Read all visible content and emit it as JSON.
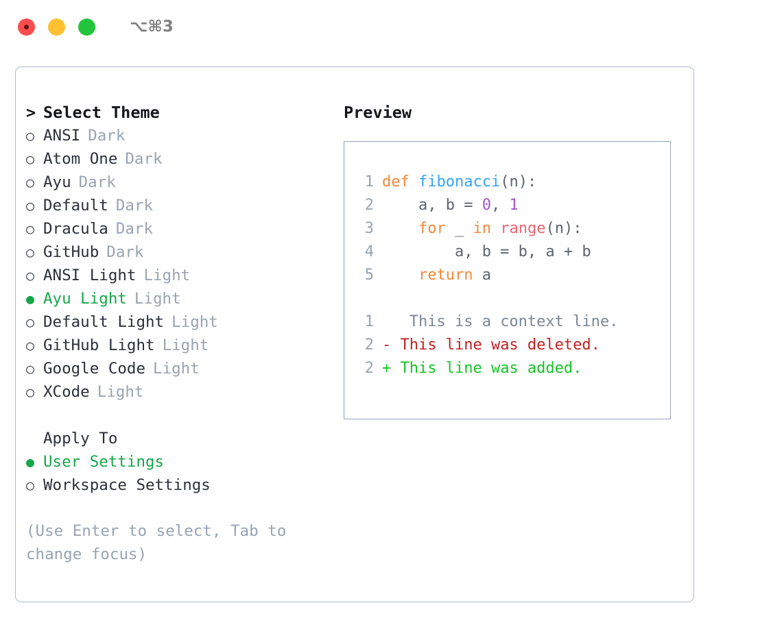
{
  "titlebar": {
    "shortcut": "⌥⌘3",
    "lights": [
      {
        "name": "close",
        "color": "#fb4d4d"
      },
      {
        "name": "minimize",
        "color": "#ffc130"
      },
      {
        "name": "maximize",
        "color": "#21c43a"
      }
    ]
  },
  "theme_picker": {
    "caret": ">",
    "heading": "Select Theme",
    "bullet_empty": "○",
    "bullet_filled": "●",
    "items": [
      {
        "name": "ANSI",
        "kind": "Dark",
        "selected": false
      },
      {
        "name": "Atom One",
        "kind": "Dark",
        "selected": false
      },
      {
        "name": "Ayu",
        "kind": "Dark",
        "selected": false
      },
      {
        "name": "Default",
        "kind": "Dark",
        "selected": false
      },
      {
        "name": "Dracula",
        "kind": "Dark",
        "selected": false
      },
      {
        "name": "GitHub",
        "kind": "Dark",
        "selected": false
      },
      {
        "name": "ANSI Light",
        "kind": "Light",
        "selected": false
      },
      {
        "name": "Ayu Light",
        "kind": "Light",
        "selected": true
      },
      {
        "name": "Default Light",
        "kind": "Light",
        "selected": false
      },
      {
        "name": "GitHub Light",
        "kind": "Light",
        "selected": false
      },
      {
        "name": "Google Code",
        "kind": "Light",
        "selected": false
      },
      {
        "name": "XCode",
        "kind": "Light",
        "selected": false
      }
    ]
  },
  "apply_to": {
    "heading": "Apply To",
    "options": [
      {
        "name": "User Settings",
        "selected": true
      },
      {
        "name": "Workspace Settings",
        "selected": false
      }
    ]
  },
  "hint": "(Use Enter to select, Tab to change focus)",
  "preview": {
    "title": "Preview",
    "code_lines": [
      {
        "lineno": "1",
        "tokens": [
          {
            "t": "def",
            "c": "kw"
          },
          {
            "t": " ",
            "c": "plain"
          },
          {
            "t": "fibonacci",
            "c": "fn"
          },
          {
            "t": "(n):",
            "c": "punct"
          }
        ]
      },
      {
        "lineno": "2",
        "tokens": [
          {
            "t": "    a, b = ",
            "c": "plain"
          },
          {
            "t": "0",
            "c": "num"
          },
          {
            "t": ", ",
            "c": "plain"
          },
          {
            "t": "1",
            "c": "num"
          }
        ]
      },
      {
        "lineno": "3",
        "tokens": [
          {
            "t": "    ",
            "c": "plain"
          },
          {
            "t": "for",
            "c": "kw"
          },
          {
            "t": " _ ",
            "c": "plain"
          },
          {
            "t": "in",
            "c": "kw"
          },
          {
            "t": " ",
            "c": "plain"
          },
          {
            "t": "range",
            "c": "call"
          },
          {
            "t": "(n):",
            "c": "punct"
          }
        ]
      },
      {
        "lineno": "4",
        "tokens": [
          {
            "t": "        a, b = b, a + b",
            "c": "plain"
          }
        ]
      },
      {
        "lineno": "5",
        "tokens": [
          {
            "t": "    ",
            "c": "plain"
          },
          {
            "t": "return",
            "c": "kw"
          },
          {
            "t": " a",
            "c": "plain"
          }
        ]
      }
    ],
    "diff_lines": [
      {
        "lineno": "1",
        "marker": " ",
        "text": "  This is a context line.",
        "kind": "ctx"
      },
      {
        "lineno": "2",
        "marker": "-",
        "text": " This line was deleted.",
        "kind": "del"
      },
      {
        "lineno": "2",
        "marker": "+",
        "text": " This line was added.",
        "kind": "add"
      }
    ]
  },
  "colors": {
    "accent_green": "#16a64a",
    "muted_gray": "#9aa3b0",
    "border": "#aebacb",
    "keyword_orange": "#f5883a",
    "function_blue": "#36a3f7",
    "call_red": "#f2636e",
    "number_purple": "#a855c7",
    "diff_add_green": "#16c426",
    "diff_del_red": "#c22121"
  }
}
